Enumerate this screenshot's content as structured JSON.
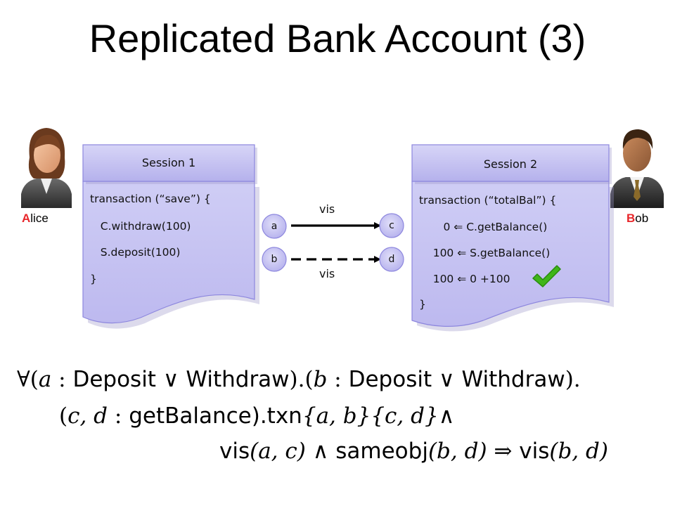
{
  "title": "Replicated Bank Account (3)",
  "alice": {
    "initial": "A",
    "rest": "lice"
  },
  "bob": {
    "initial": "B",
    "rest": "ob"
  },
  "session1": {
    "title": "Session 1",
    "lines": [
      "transaction (“save”) {",
      "   C.withdraw(100)",
      "   S.deposit(100)",
      "}"
    ]
  },
  "session2": {
    "title": "Session 2",
    "lines": [
      "transaction (“totalBal”) {",
      "       0 ⇐ C.getBalance()",
      "    100 ⇐ S.getBalance()",
      "    100 ⇐ 0 +100",
      "}"
    ]
  },
  "nodes": {
    "a": "a",
    "b": "b",
    "c": "c",
    "d": "d"
  },
  "edges": {
    "top_label": "vis",
    "bottom_label": "vis"
  },
  "formula": {
    "forall": "∀(",
    "a": "a",
    "colon": " : ",
    "deposit": "Deposit",
    "or": " ∨ ",
    "withdraw": "Withdraw",
    "close_dot": ").(",
    "b": "b",
    "close_dot2": ").",
    "open": "(",
    "cd": "c, d",
    "getbalance": "getBalance",
    "txn": ").txn",
    "brace_ab": "{a, b}",
    "brace_cd": "{c, d}",
    "and": "∧",
    "vis": "vis",
    "vis_ac": "(a, c)",
    "and2": " ∧ ",
    "sameobj": "sameobj",
    "sameobj_bd": "(b, d)",
    "implies": " ⇒ ",
    "vis2": "vis",
    "vis_bd": "(b, d)"
  },
  "colors": {
    "lavender": "#c5c3f2",
    "border": "#8d87de",
    "red": "#e8262a",
    "check": "#3fb519"
  },
  "icons": [
    "female-user-icon",
    "male-user-icon",
    "checkmark-icon"
  ]
}
